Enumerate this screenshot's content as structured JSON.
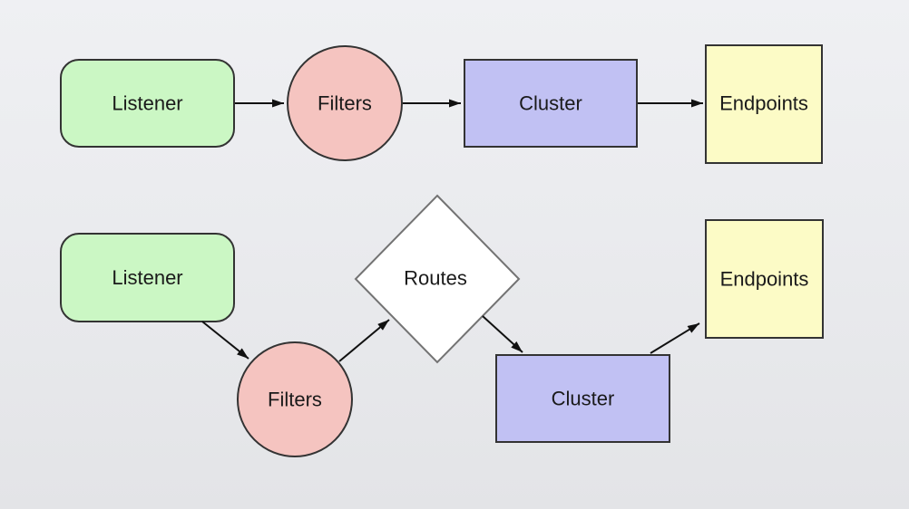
{
  "diagram": {
    "description": "Two proxy request-flow diagrams",
    "arrow_color": "#111111",
    "top_flow": {
      "nodes": [
        {
          "label": "Listener",
          "shape": "rounded-rectangle",
          "fill": "#cbf7c4"
        },
        {
          "label": "Filters",
          "shape": "circle",
          "fill": "#f5c4c0"
        },
        {
          "label": "Cluster",
          "shape": "rectangle",
          "fill": "#c1c1f3"
        },
        {
          "label": "Endpoints",
          "shape": "square",
          "fill": "#fcfbc6"
        }
      ],
      "edges": [
        {
          "from": "Listener",
          "to": "Filters"
        },
        {
          "from": "Filters",
          "to": "Cluster"
        },
        {
          "from": "Cluster",
          "to": "Endpoints"
        }
      ]
    },
    "bottom_flow": {
      "nodes": [
        {
          "label": "Listener",
          "shape": "rounded-rectangle",
          "fill": "#cbf7c4"
        },
        {
          "label": "Filters",
          "shape": "circle",
          "fill": "#f5c4c0"
        },
        {
          "label": "Routes",
          "shape": "diamond",
          "fill": "#ffffff"
        },
        {
          "label": "Cluster",
          "shape": "rectangle",
          "fill": "#c1c1f3"
        },
        {
          "label": "Endpoints",
          "shape": "square",
          "fill": "#fcfbc6"
        }
      ],
      "edges": [
        {
          "from": "Listener",
          "to": "Filters"
        },
        {
          "from": "Filters",
          "to": "Routes"
        },
        {
          "from": "Routes",
          "to": "Cluster"
        },
        {
          "from": "Cluster",
          "to": "Endpoints"
        }
      ]
    }
  }
}
